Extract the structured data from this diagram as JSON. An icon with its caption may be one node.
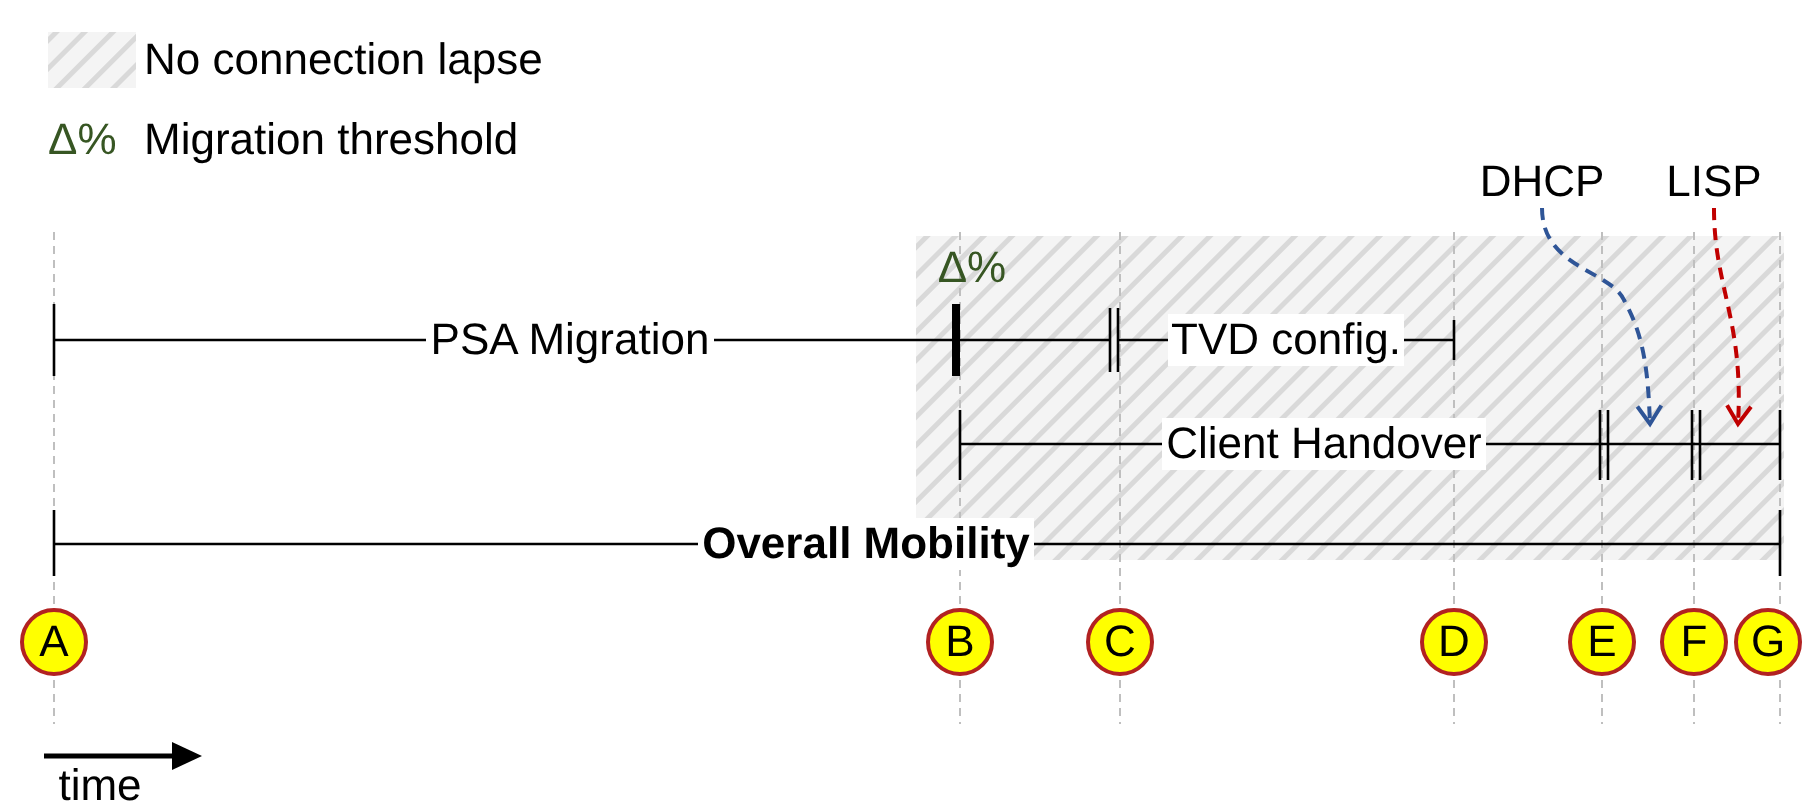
{
  "diagram": {
    "nodes": [
      {
        "text": [
          "DHCP"
        ]
      },
      {
        "text": [
          "LISP"
        ]
      },
      {
        "text": [
          "A"
        ]
      },
      {
        "text": [
          "B"
        ]
      },
      {
        "text": [
          "C"
        ]
      },
      {
        "text": [
          "D"
        ]
      },
      {
        "text": [
          "E"
        ]
      },
      {
        "text": [
          "F"
        ]
      },
      {
        "text": [
          "G"
        ]
      }
    ],
    "edges": [
      {
        "from": 0,
        "to": null,
        "arrow": "to",
        "style": "dashed",
        "color": "#2f5597"
      },
      {
        "from": 1,
        "to": null,
        "arrow": "to",
        "style": "dashed",
        "color": "#c00000"
      }
    ],
    "labels": [
      "Δ%",
      "Δ%",
      "PSA Migration",
      "TVD config.",
      "Client Handover",
      "Overall Mobility",
      "time"
    ],
    "legend": [
      {
        "text": "No connection lapse"
      },
      {
        "text": "Migration threshold"
      }
    ]
  }
}
